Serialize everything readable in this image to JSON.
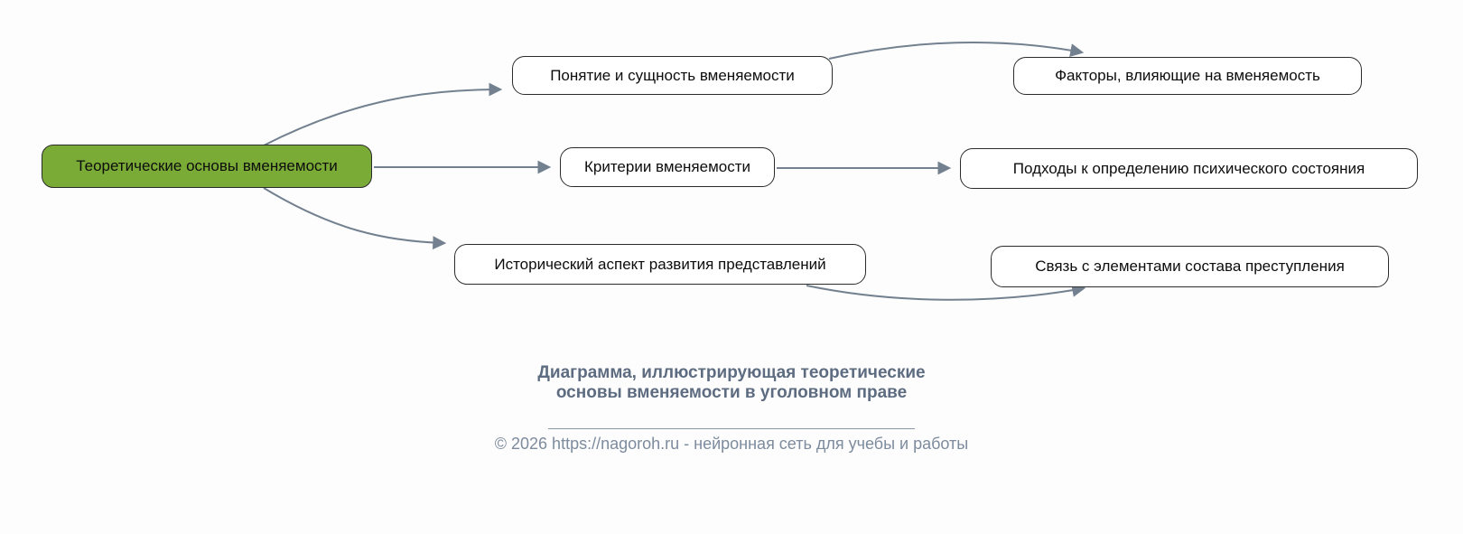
{
  "diagram": {
    "type": "mindmap-flowchart",
    "nodes": {
      "root": "Теоретические основы вменяемости",
      "ponyatie": "Понятие и сущность вменяемости",
      "kriterii": "Критерии вменяемости",
      "istoricheskiy": "Исторический аспект развития представлений",
      "faktory": "Факторы, влияющие на вменяемость",
      "podkhody": "Подходы к определению психического состояния",
      "svyaz": "Связь с элементами состава преступления"
    },
    "edges": [
      {
        "from": "root",
        "to": "ponyatie"
      },
      {
        "from": "root",
        "to": "kriterii"
      },
      {
        "from": "root",
        "to": "istoricheskiy"
      },
      {
        "from": "ponyatie",
        "to": "faktory"
      },
      {
        "from": "kriterii",
        "to": "podkhody"
      },
      {
        "from": "istoricheskiy",
        "to": "svyaz"
      }
    ]
  },
  "footer": {
    "caption_line1": "Диаграмма, иллюстрирующая теоретические",
    "caption_line2": "основы вменяемости в уголовном праве",
    "copyright": "© 2026 https://nagoroh.ru - нейронная сеть для учебы и работы"
  },
  "colors": {
    "background": "#fdfdfd",
    "root_node_fill": "#7aab36",
    "node_fill": "#ffffff",
    "node_border": "#2b2b2b",
    "arrow": "#72808f",
    "caption_text": "#5d6c80",
    "copyright_text": "#7d8b9e"
  }
}
